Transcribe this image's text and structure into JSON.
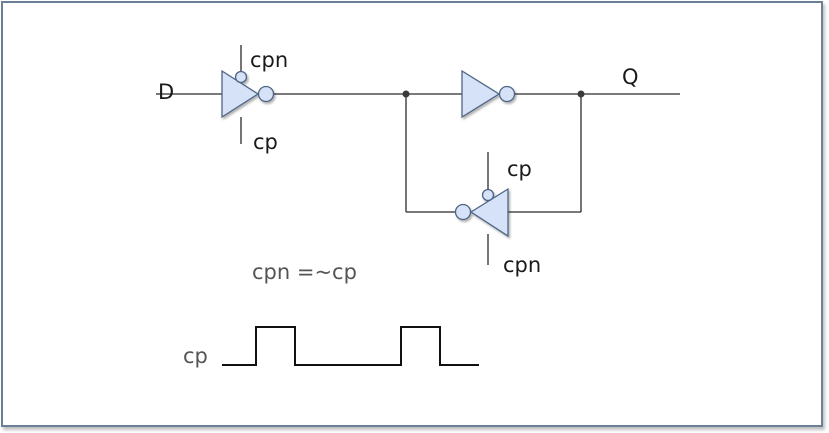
{
  "labels": {
    "input_d": "D",
    "output_q": "Q",
    "tg1_top": "cpn",
    "tg1_bottom": "cp",
    "tg2_top": "cp",
    "tg2_bottom": "cpn",
    "equation": "cpn =~cp",
    "clock": "cp"
  },
  "colors": {
    "gate_fill": "#d6e2f7",
    "gate_stroke": "#4d6584",
    "frame_border": "#6b7f95"
  }
}
